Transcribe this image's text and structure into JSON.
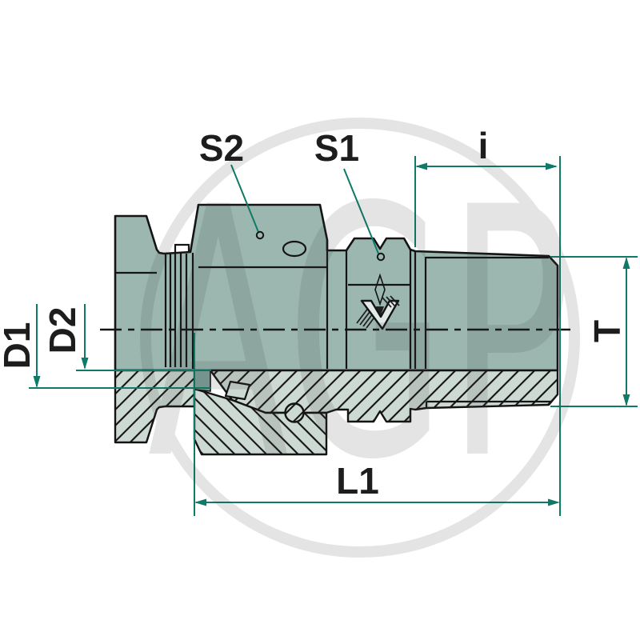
{
  "labels": {
    "s2": "S2",
    "s1": "S1",
    "i": "i",
    "t": "T",
    "l1": "L1",
    "d1": "D1",
    "d2": "D2"
  },
  "watermark": {
    "text": "AGP"
  },
  "colors": {
    "accent": "#0e7a67",
    "body": "#9bb7b0",
    "bodyDark": "#7da29a",
    "hatch": "#cdd9d3",
    "line": "#141414",
    "label": "#1d1d1d",
    "watermark": "#3a3a3a",
    "bg": "#ffffff"
  }
}
